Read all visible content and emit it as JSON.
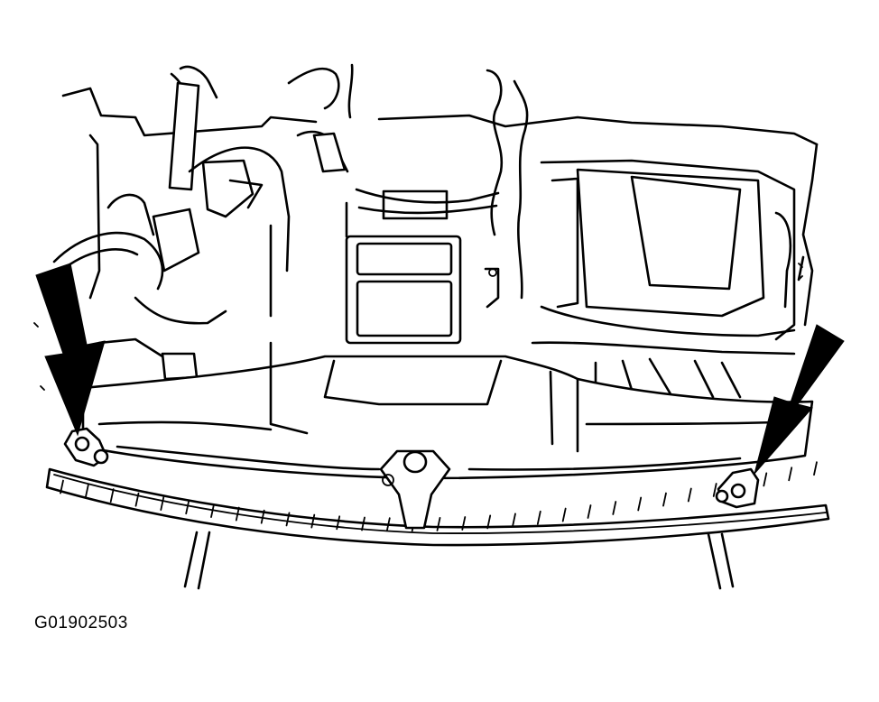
{
  "figure": {
    "code": "G01902503"
  },
  "arrows": [
    {
      "name": "left-arrow",
      "points_to": "left-mounting-bracket"
    },
    {
      "name": "right-arrow",
      "points_to": "right-mounting-bracket"
    }
  ],
  "colors": {
    "ink": "#000000",
    "paper": "#ffffff"
  }
}
